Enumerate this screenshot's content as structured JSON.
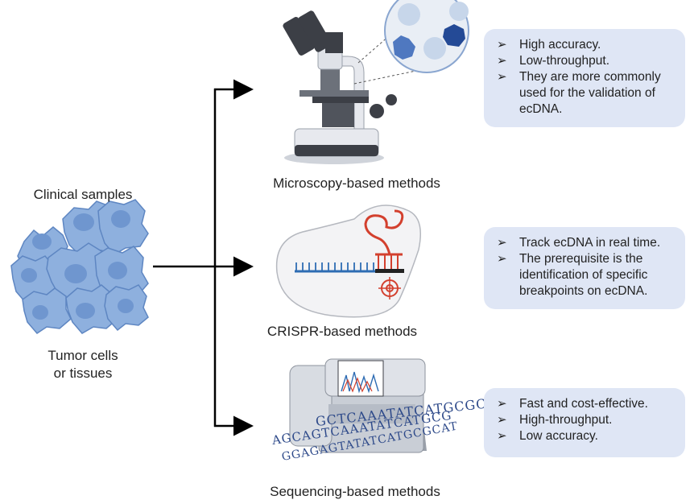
{
  "sample": {
    "title": "Clinical samples",
    "caption_line1": "Tumor cells",
    "caption_line2": "or tissues"
  },
  "methods": [
    {
      "label": "Microscopy-based methods",
      "bullet_icon": "arrowhead-bullet",
      "points": [
        "High accuracy.",
        "Low-throughput.",
        "They are more commonly used for the validation of ecDNA."
      ]
    },
    {
      "label": "CRISPR-based methods",
      "bullet_icon": "arrowhead-bullet",
      "points": [
        "Track ecDNA in real time.",
        "The prerequisite is the identification of specific breakpoints on ecDNA."
      ]
    },
    {
      "label": "Sequencing-based methods",
      "bullet_icon": "arrowhead-bullet",
      "points": [
        "Fast and cost-effective.",
        "High-throughput.",
        "Low accuracy."
      ]
    }
  ],
  "sequencing_letters": {
    "row1": "GCTCAAATATCATGCGCAT",
    "row2": "AGCAGTCAAATATCATGCG",
    "row3": "GGAGAGTATATCATGCGCAT"
  },
  "colors": {
    "panel": "#dfe6f5",
    "cell_fill": "#8eb0de",
    "cell_nucleus": "#6f96cf",
    "dna_blue": "#2e6cb3",
    "crispr_red": "#d3402e",
    "arrow": "#000000"
  }
}
